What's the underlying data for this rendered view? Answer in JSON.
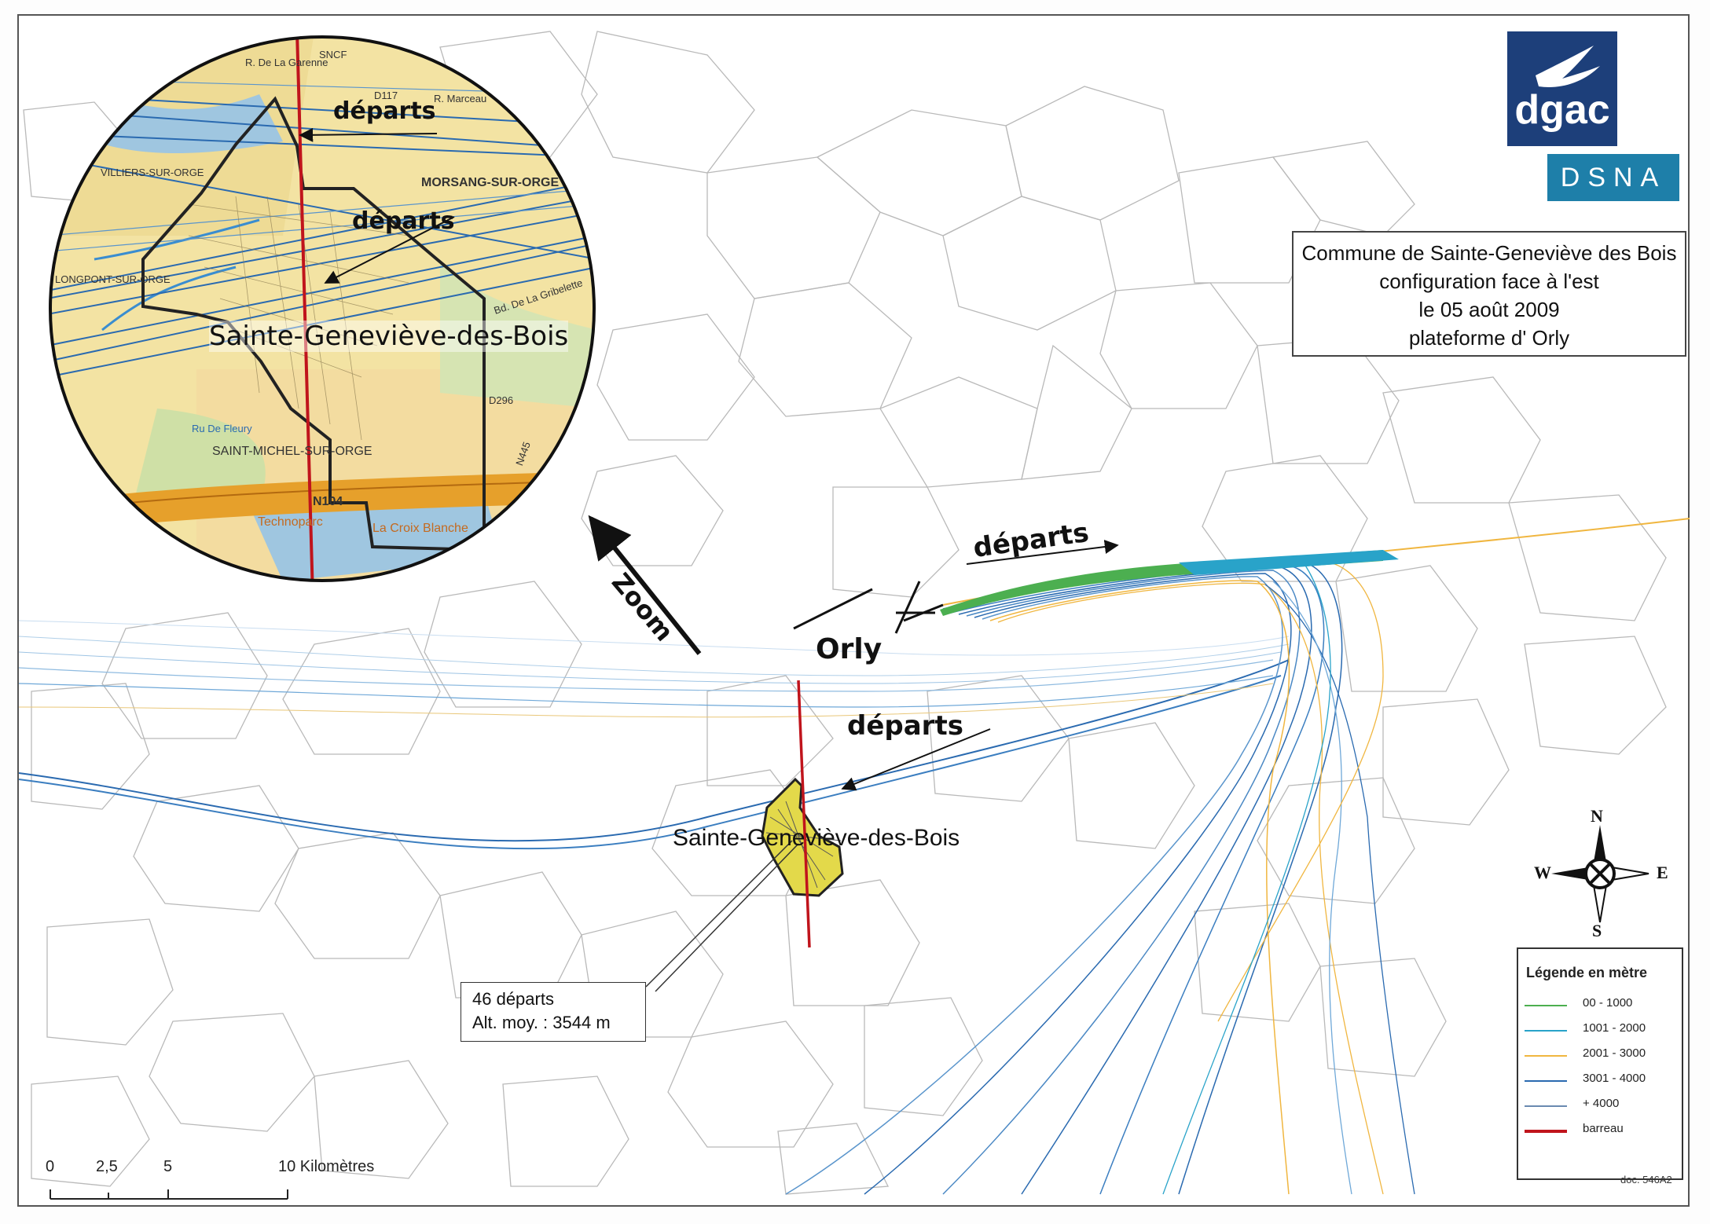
{
  "title": {
    "line1": "Commune de Sainte-Geneviève des Bois",
    "line2": "configuration face à l'est",
    "line3": "le 05 août 2009",
    "line4": "plateforme d' Orly"
  },
  "logos": {
    "dgac": "dgac",
    "dsna": "DSNA"
  },
  "annotations": {
    "departs": "départs",
    "zoom": "Zoom",
    "orly": "Orly",
    "town_main": "Sainte-Geneviève-des-Bois",
    "town_inset": "Sainte-Geneviève-des-Bois"
  },
  "info_box": {
    "count": "46 départs",
    "altitude": "Alt. moy. : 3544 m"
  },
  "legend": {
    "title": "Légende en mètre",
    "items": [
      {
        "label": "00 - 1000",
        "color": "#4caf50"
      },
      {
        "label": "1001 - 2000",
        "color": "#29a3c9"
      },
      {
        "label": "2001 - 3000",
        "color": "#f0b640"
      },
      {
        "label": "3001 - 4000",
        "color": "#2a6ab0"
      },
      {
        "label": "+ 4000",
        "color": "#6a8ab0"
      },
      {
        "label": "barreau",
        "color": "#c0141c"
      }
    ]
  },
  "compass": {
    "n": "N",
    "s": "S",
    "e": "E",
    "w": "W"
  },
  "scale": {
    "t0": "0",
    "t1": "2,5",
    "t2": "5",
    "t3": "10 Kilomètres"
  },
  "doc_ref": "doc. 546A2",
  "inset_places": {
    "p1": "R. De La Garenne",
    "p2": "SNCF",
    "p3": "D117",
    "p4": "R. Marceau",
    "p5": "MORSANG-SUR-ORGE",
    "p6": "VILLIERS-SUR-ORGE",
    "p7": "LONGPONT-SUR-ORGE",
    "p8": "Bd. De La Gribelette",
    "p9": "SAINT-MICHEL-SUR-ORGE",
    "p10": "N104",
    "p11": "Technoparc",
    "p12": "La Croix Blanche",
    "p13": "Ru De Fleury",
    "p14": "N445",
    "p15": "D296"
  }
}
